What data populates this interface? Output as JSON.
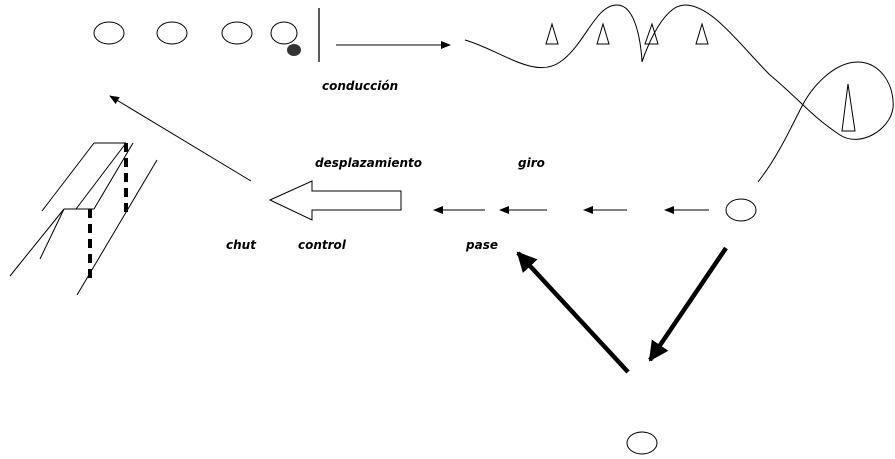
{
  "labels": {
    "conduccion": "conducción",
    "desplazamiento": "desplazamiento",
    "giro": "giro",
    "chut": "chut",
    "control": "control",
    "pase": "pase"
  },
  "colors": {
    "stroke": "#000000",
    "background": "#ffffff",
    "ball": "#333333"
  }
}
